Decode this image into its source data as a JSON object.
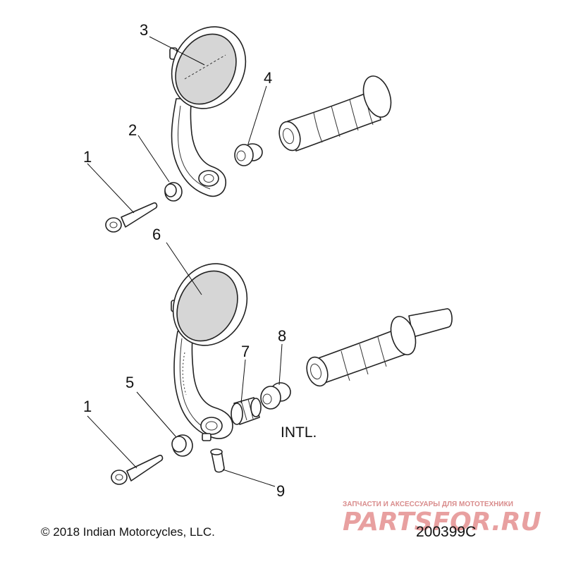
{
  "callouts": {
    "c1a": "1",
    "c2": "2",
    "c3": "3",
    "c4": "4",
    "c6": "6",
    "c5": "5",
    "c7": "7",
    "c8": "8",
    "c1b": "1",
    "c9": "9"
  },
  "note": "INTL.",
  "copyright": "© 2018 Indian Motorcycles, LLC.",
  "diagram_code": "200399C",
  "watermark": {
    "tagline": "ЗАПЧАСТИ И АКСЕССУАРЫ ДЛЯ МОТОТЕХНИКИ",
    "brand": "PARTSFOR.RU",
    "color": "#e8a0a0"
  }
}
